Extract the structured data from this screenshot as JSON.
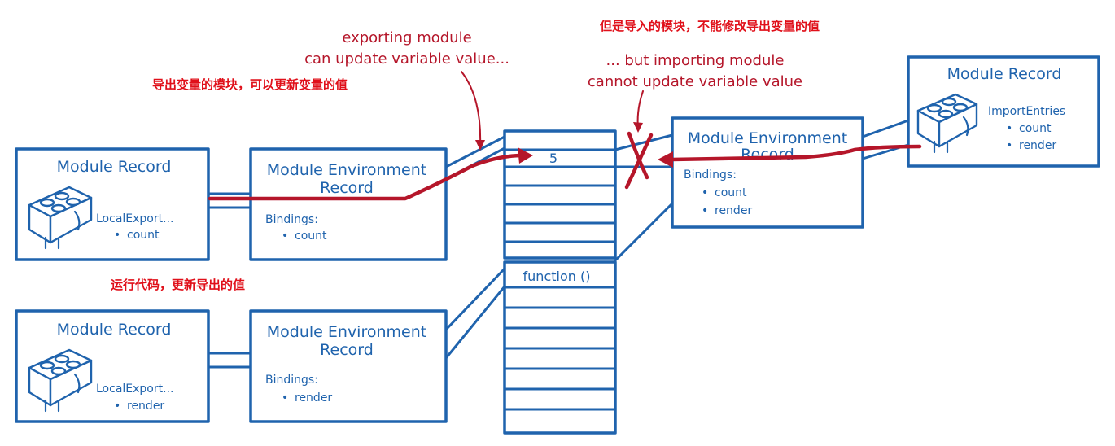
{
  "colors": {
    "ink": "#1f63ad",
    "annotation": "#b5162a",
    "chinese_note": "#e0101a"
  },
  "module_record_left_top": {
    "title": "Module Record",
    "field": "LocalExport...",
    "items": [
      "count"
    ]
  },
  "module_record_left_bottom": {
    "title": "Module Record",
    "field": "LocalExport...",
    "items": [
      "render"
    ]
  },
  "env_left_top": {
    "title_line1": "Module Environment",
    "title_line2": "Record",
    "bindings_label": "Bindings:",
    "items": [
      "count"
    ]
  },
  "env_left_bottom": {
    "title_line1": "Module Environment",
    "title_line2": "Record",
    "bindings_label": "Bindings:",
    "items": [
      "render"
    ]
  },
  "env_right": {
    "title_line1": "Module Environment",
    "title_line2": "Record",
    "bindings_label": "Bindings:",
    "items": [
      "count",
      "render"
    ]
  },
  "module_record_right": {
    "title": "Module Record",
    "field": "ImportEntries",
    "items": [
      "count",
      "render"
    ]
  },
  "memory": {
    "cell_value": "5",
    "function_label": "function ()"
  },
  "annotations": {
    "exporting_line1": "exporting module",
    "exporting_line2": "can update variable value...",
    "importing_line1": "... but importing module",
    "importing_line2": "cannot update variable value"
  },
  "chinese_notes": {
    "export_update": "导出变量的模块，可以更新变量的值",
    "import_cannot": "但是导入的模块，不能修改导出变量的值",
    "run_code": "运行代码，更新导出的值"
  },
  "icons": [
    "lego-brick-icon",
    "cross-icon",
    "arrow-icon"
  ]
}
